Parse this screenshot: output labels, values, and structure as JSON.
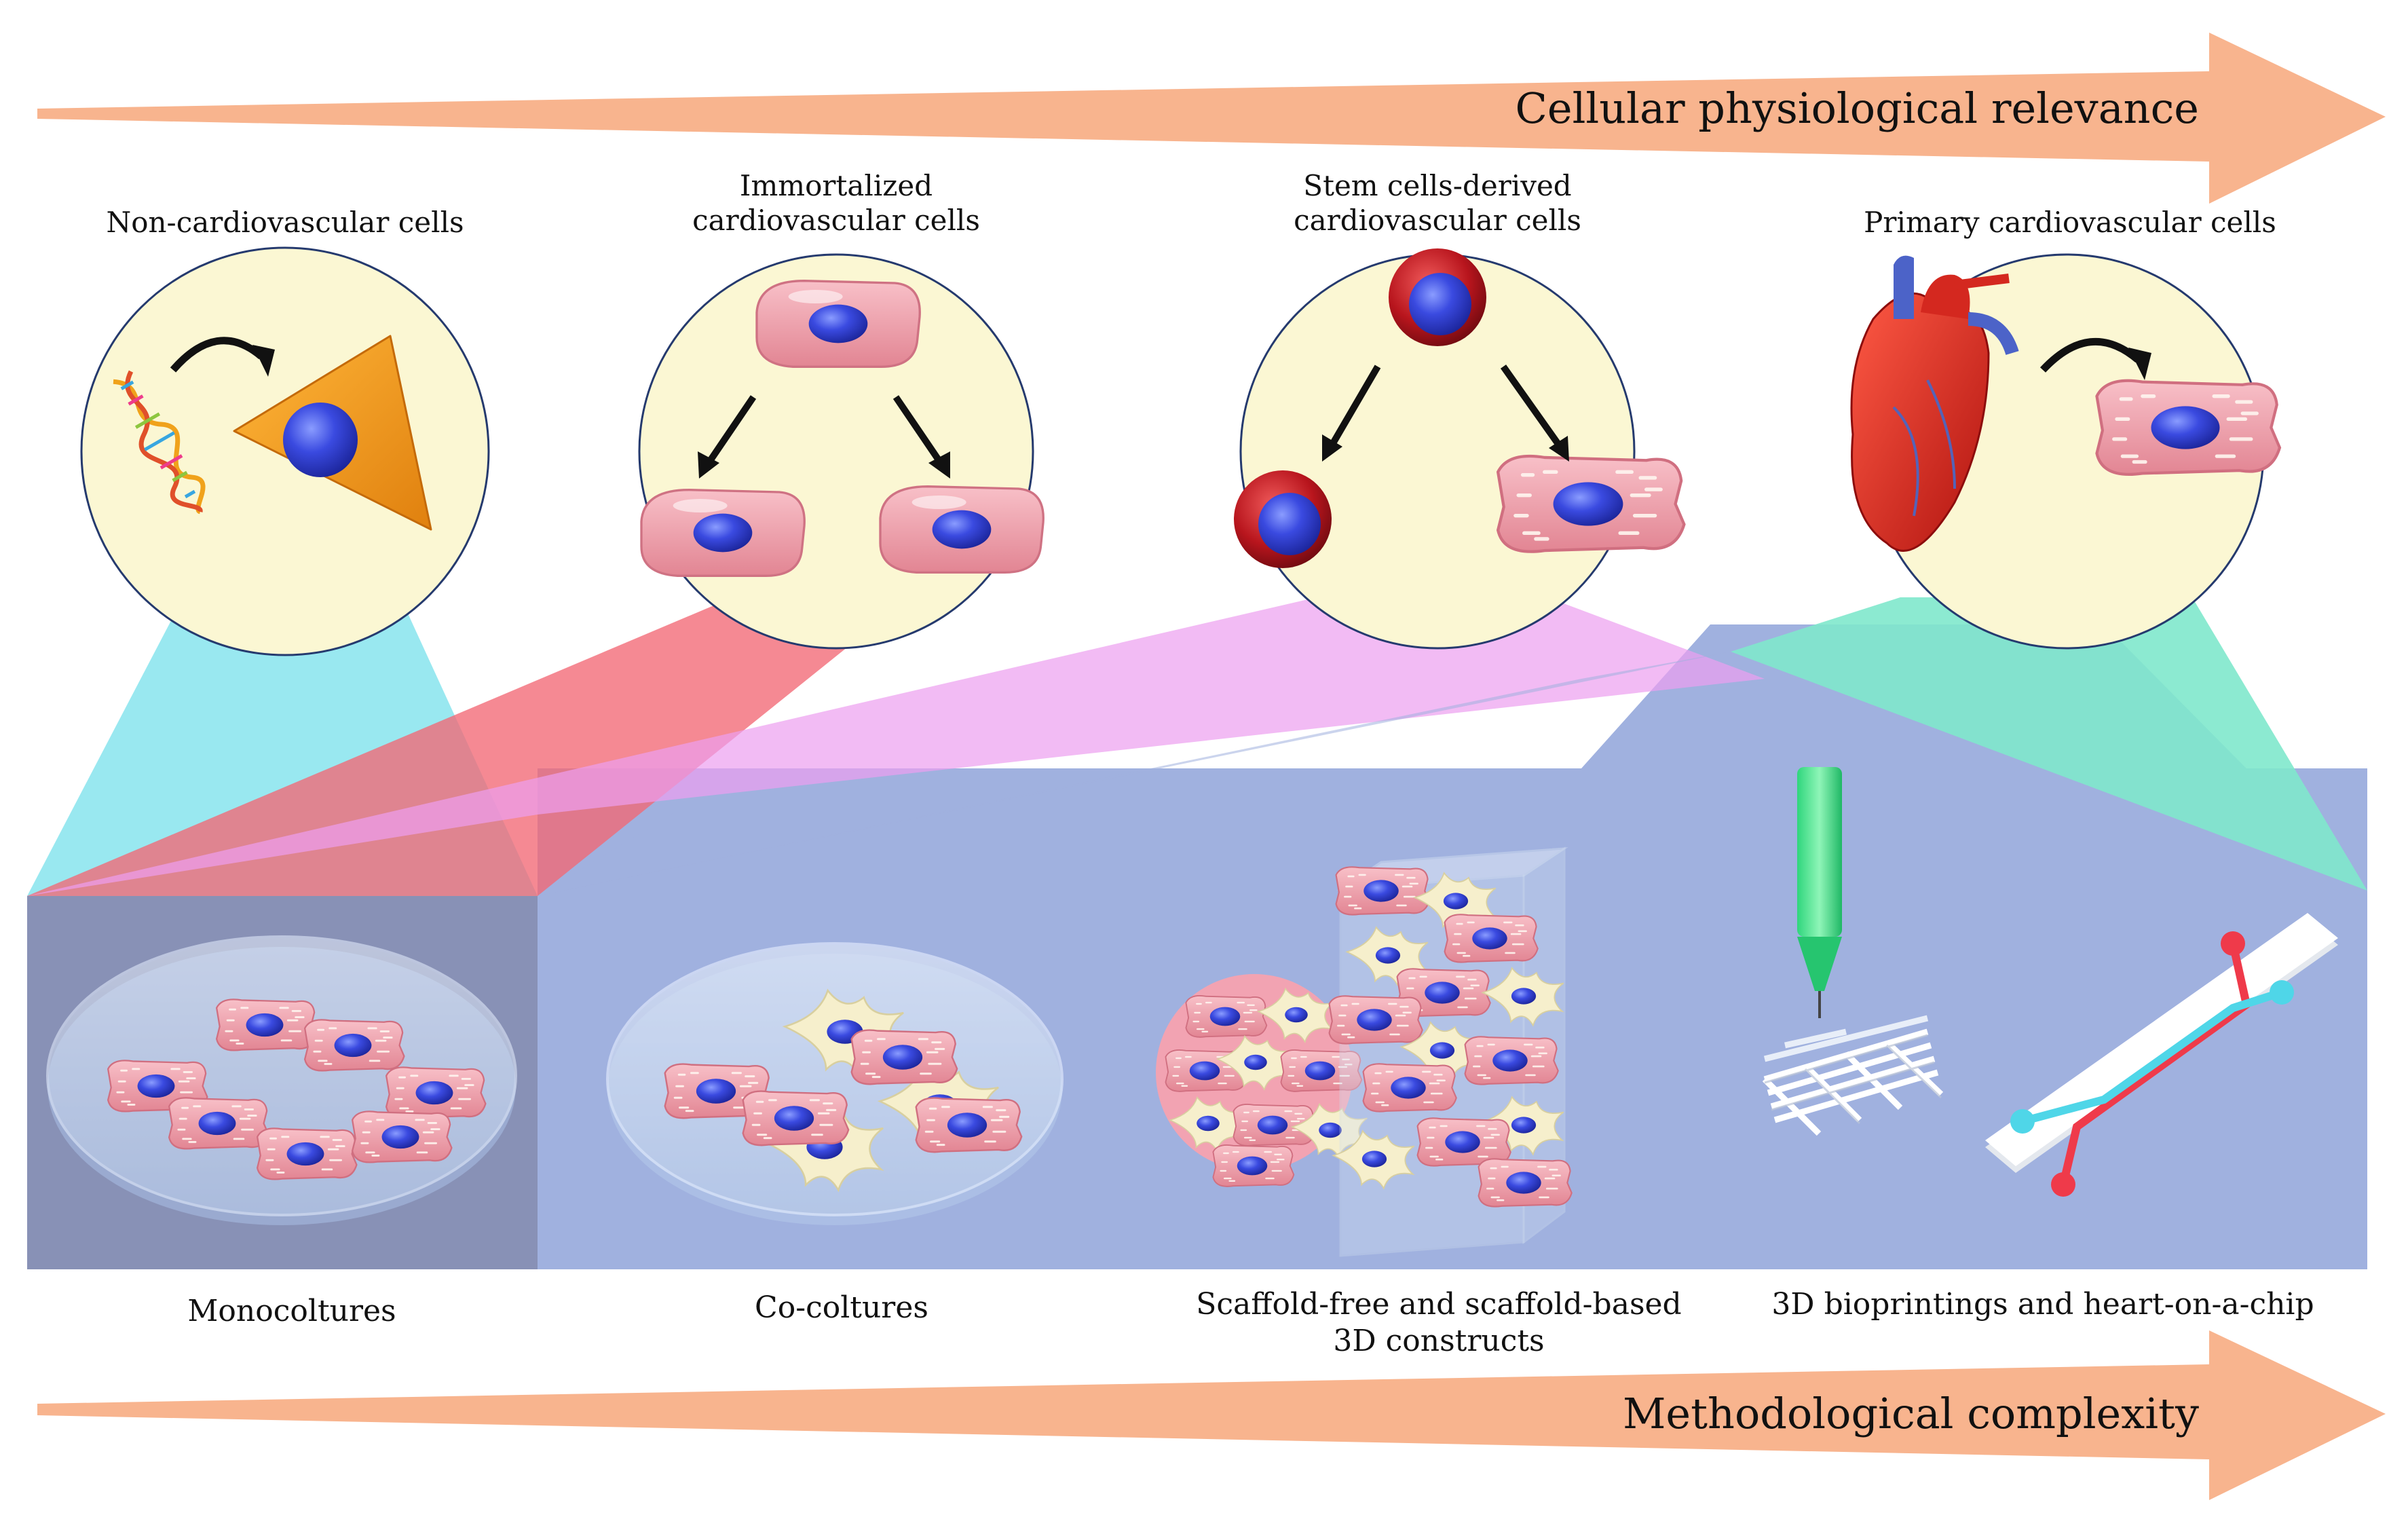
{
  "arrows": {
    "top": "Cellular physiological relevance",
    "bottom": "Methodological complexity"
  },
  "cell_types": [
    {
      "line1": "Non-cardiovascular cells",
      "line2": ""
    },
    {
      "line1": "Immortalized",
      "line2": "cardiovascular cells"
    },
    {
      "line1": "Stem cells-derived",
      "line2": "cardiovascular cells"
    },
    {
      "line1": "Primary cardiovascular cells",
      "line2": ""
    }
  ],
  "methods": [
    {
      "line1": "Monocoltures",
      "line2": ""
    },
    {
      "line1": "Co-coltures",
      "line2": ""
    },
    {
      "line1": "Scaffold-free and scaffold-based",
      "line2": "3D constructs"
    },
    {
      "line1": "3D bioprintings and heart-on-a-chip",
      "line2": ""
    }
  ],
  "colors": {
    "arrow": "#f8b48e",
    "circle_fill": "#fbf7d3",
    "panel_left": "#8890b5",
    "panel_main": "#a1b2e0",
    "beam_cyan": "#8ee6ee",
    "beam_red": "#f26874",
    "beam_magenta": "#ec9ef0",
    "beam_green": "#7fe8cc",
    "cardiomyocyte": "#f19fb0",
    "nucleus": "#3645d6",
    "fibroblast": "#f5edc8",
    "hipsc": "#c0242c"
  },
  "icons": [
    "dna-icon",
    "heart-icon",
    "cardiomyocyte-icon",
    "fibroblast-icon",
    "stem-cell-icon",
    "petri-dish-icon",
    "spheroid-icon",
    "scaffold-cube-icon",
    "bioprinter-nozzle-icon",
    "microfluidic-chip-icon"
  ]
}
